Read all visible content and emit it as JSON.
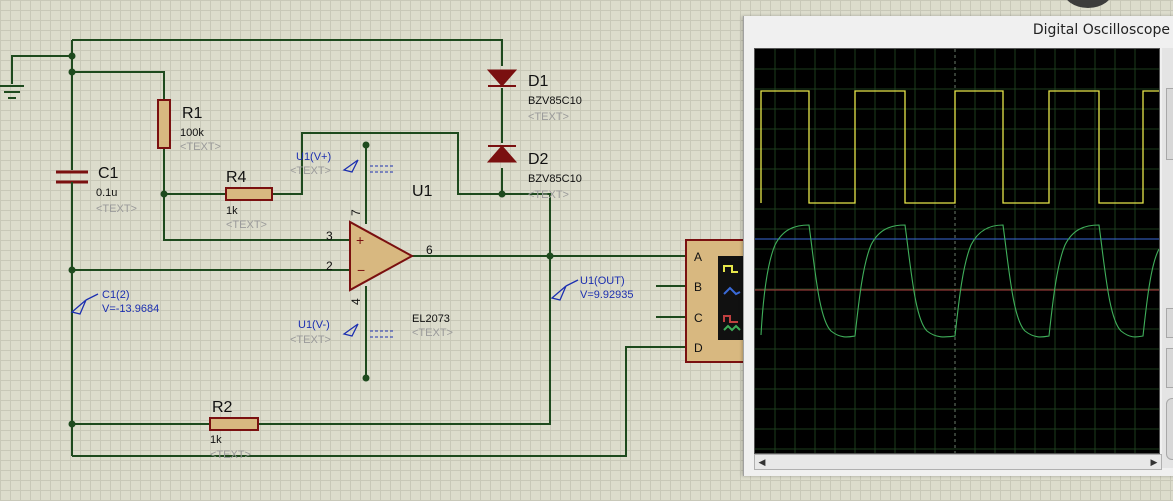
{
  "window": {
    "title": "Digital Oscilloscope"
  },
  "components": {
    "r1": {
      "ref": "R1",
      "value": "100k",
      "text": "<TEXT>"
    },
    "r2": {
      "ref": "R2",
      "value": "1k",
      "text": "<TEXT>"
    },
    "r4": {
      "ref": "R4",
      "value": "1k",
      "text": "<TEXT>"
    },
    "c1": {
      "ref": "C1",
      "value": "0.1u",
      "text": "<TEXT>"
    },
    "d1": {
      "ref": "D1",
      "value": "BZV85C10",
      "text": "<TEXT>"
    },
    "d2": {
      "ref": "D2",
      "value": "BZV85C10",
      "text": "<TEXT>"
    },
    "u1": {
      "ref": "U1",
      "value": "EL2073",
      "text": "<TEXT>",
      "pin_plus": "3",
      "pin_minus": "2",
      "pin_out": "6",
      "pin_vplus": "7",
      "pin_vminus": "4",
      "plus_sign": "+",
      "minus_sign": "−"
    }
  },
  "probes": {
    "u1_vplus": {
      "label": "U1(V+)",
      "text": "<TEXT>"
    },
    "u1_vminus": {
      "label": "U1(V-)",
      "text": "<TEXT>"
    },
    "c1_2": {
      "label": "C1(2)",
      "value": "V=-13.9684"
    },
    "u1_out": {
      "label": "U1(OUT)",
      "value": "V=9.92935"
    }
  },
  "scope_channels": [
    "A",
    "B",
    "C",
    "D"
  ],
  "colors": {
    "wire": "#1e4a1e",
    "component": "#7a1010",
    "probe": "#1c2fb0",
    "trace_a": "#e6e64a",
    "trace_d": "#3fae5a",
    "trace_b_marker": "#3a6ad8",
    "trace_c_marker": "#c04040"
  }
}
